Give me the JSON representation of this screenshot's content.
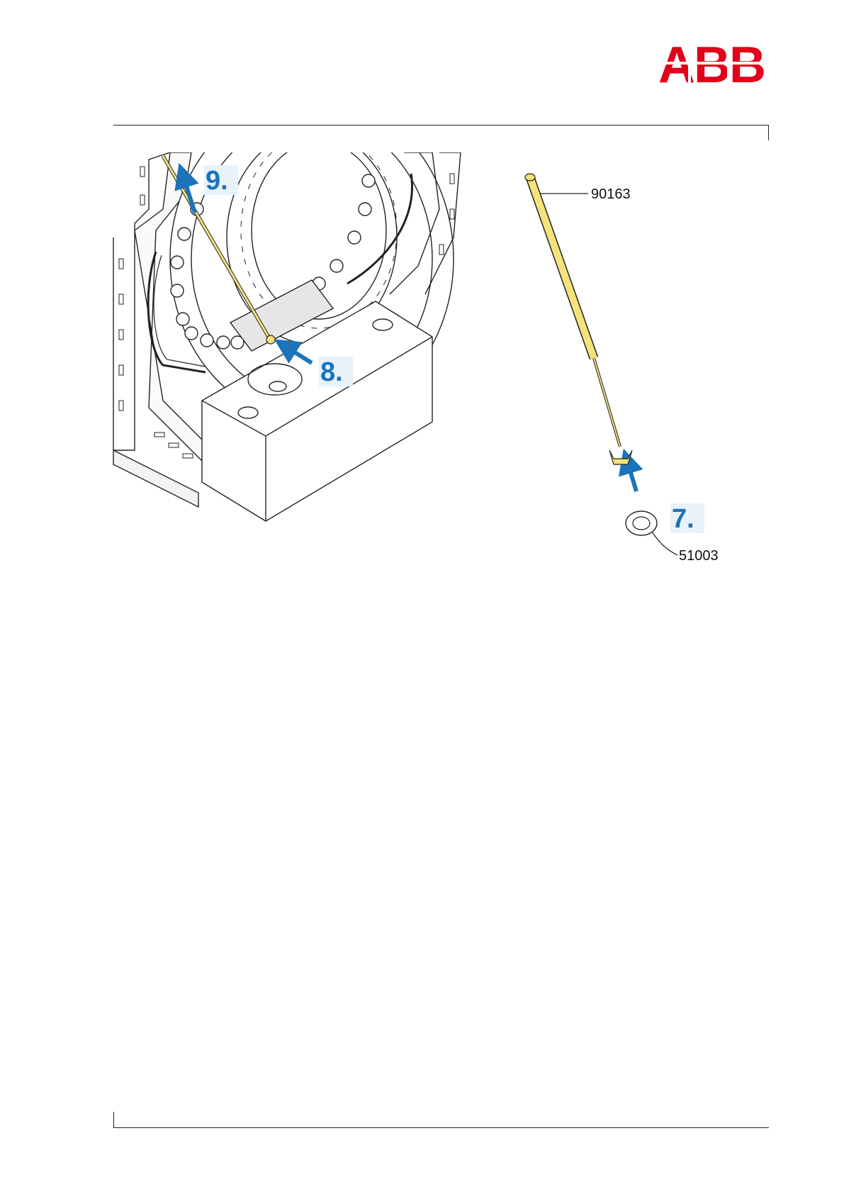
{
  "header": {
    "logo_text": "ABB",
    "brand_color": "#e2001a"
  },
  "figure": {
    "steps": [
      {
        "label": "9."
      },
      {
        "label": "8."
      },
      {
        "label": "7."
      }
    ],
    "parts": [
      {
        "number": "90163"
      },
      {
        "number": "51003"
      }
    ],
    "colors": {
      "arrow": "#1b73b9",
      "rod": "#f5e27a",
      "highlight": "#e6e6e6"
    }
  }
}
